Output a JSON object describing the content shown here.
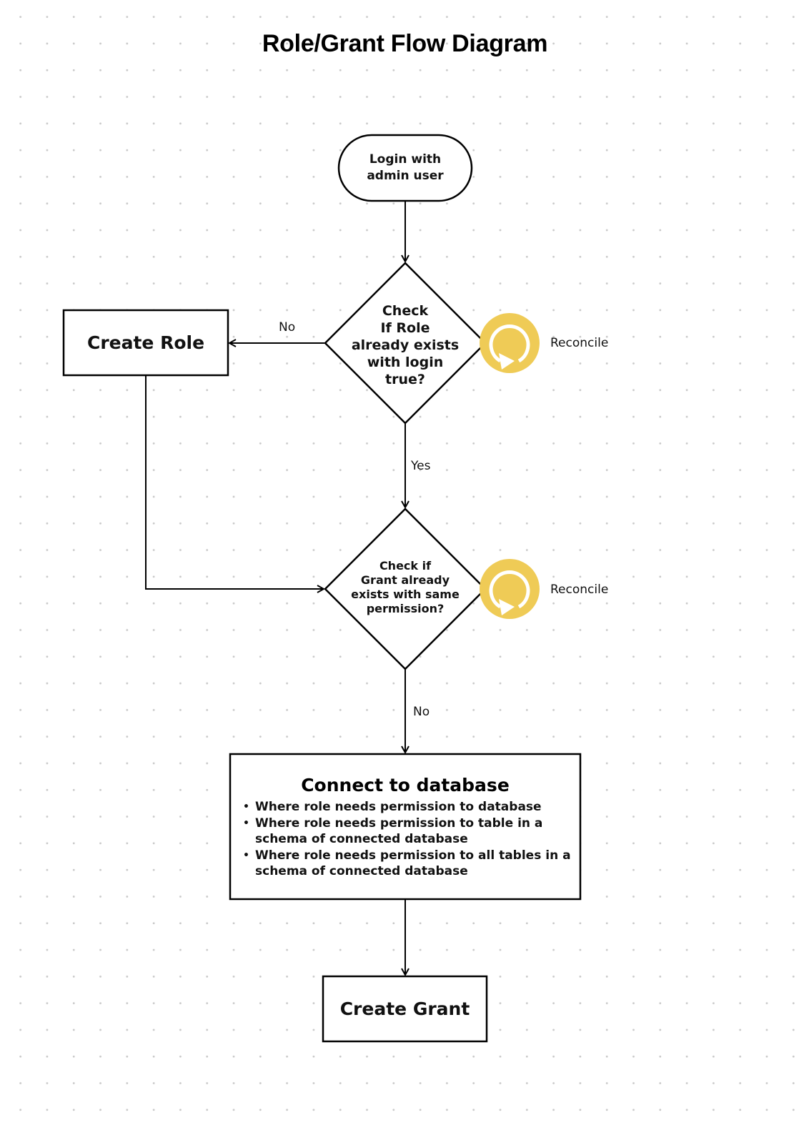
{
  "title": "Role/Grant Flow Diagram",
  "nodes": {
    "login": {
      "lines": [
        "Login with",
        "admin user"
      ]
    },
    "check_role": {
      "lines": [
        "Check",
        "If Role",
        "already exists",
        "with login",
        "true?"
      ]
    },
    "create_role": {
      "label": "Create Role"
    },
    "check_grant": {
      "lines": [
        "Check if",
        "Grant already",
        "exists with same",
        "permission?"
      ]
    },
    "connect_db": {
      "title": "Connect to database",
      "items": [
        "Where role needs permission to database",
        "Where role needs permission to table in a schema of connected database",
        "Where role needs permission to all tables in a schema of connected database"
      ]
    },
    "create_grant": {
      "label": "Create Grant"
    }
  },
  "edge_labels": {
    "role_no": "No",
    "role_yes": "Yes",
    "grant_no": "No"
  },
  "reconcile_labels": [
    "Reconcile",
    "Reconcile"
  ],
  "colors": {
    "reconcile_fill": "#EFCB56",
    "stroke": "#000000"
  },
  "icons": [
    "refresh-icon",
    "refresh-icon"
  ]
}
